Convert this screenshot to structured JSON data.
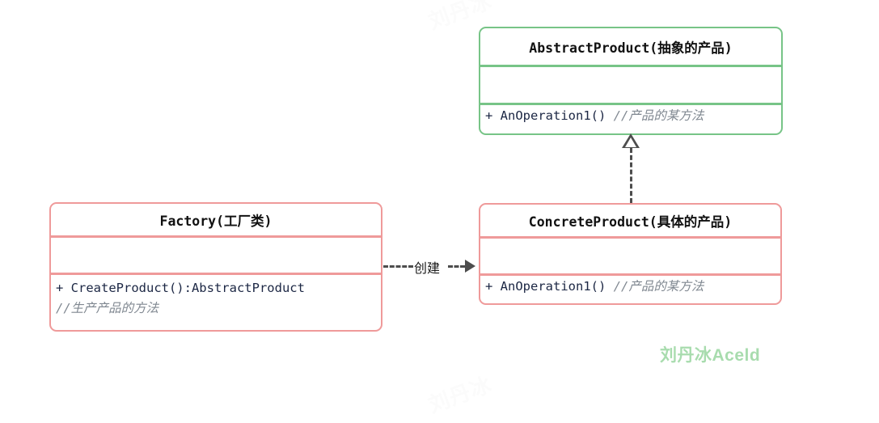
{
  "diagram": {
    "title": "Factory Method UML class diagram",
    "colors": {
      "abstract_border": "#77c487",
      "concrete_border": "#ef9a9a",
      "connector": "#4d4d4d",
      "comment_text": "#808891",
      "signature_text": "#1c2744",
      "watermark_green": "#a8dcae"
    },
    "classes": [
      {
        "id": "abstract-product",
        "name": "AbstractProduct(抽象的产品)",
        "attributes": [],
        "methods": [
          {
            "signature": "+ AnOperation1()",
            "comment": "//产品的某方法"
          }
        ]
      },
      {
        "id": "factory",
        "name": "Factory(工厂类)",
        "attributes": [],
        "methods": [
          {
            "signature": "+ CreateProduct():AbstractProduct",
            "comment": ""
          },
          {
            "signature": "",
            "comment": "//生产产品的方法"
          }
        ]
      },
      {
        "id": "concrete-product",
        "name": "ConcreteProduct(具体的产品)",
        "attributes": [],
        "methods": [
          {
            "signature": "+ AnOperation1()",
            "comment": "//产品的某方法"
          }
        ]
      }
    ],
    "relations": [
      {
        "id": "realization",
        "type": "realization",
        "from": "concrete-product",
        "to": "abstract-product",
        "label": "",
        "style": "dashed-hollow-triangle"
      },
      {
        "id": "creates",
        "type": "dependency",
        "from": "factory",
        "to": "concrete-product",
        "label": "创建",
        "style": "dashed-open-arrow"
      }
    ],
    "watermarks": {
      "author": "刘丹冰Aceld",
      "faint_top": "刘丹冰",
      "faint_bottom": "刘丹冰"
    }
  }
}
